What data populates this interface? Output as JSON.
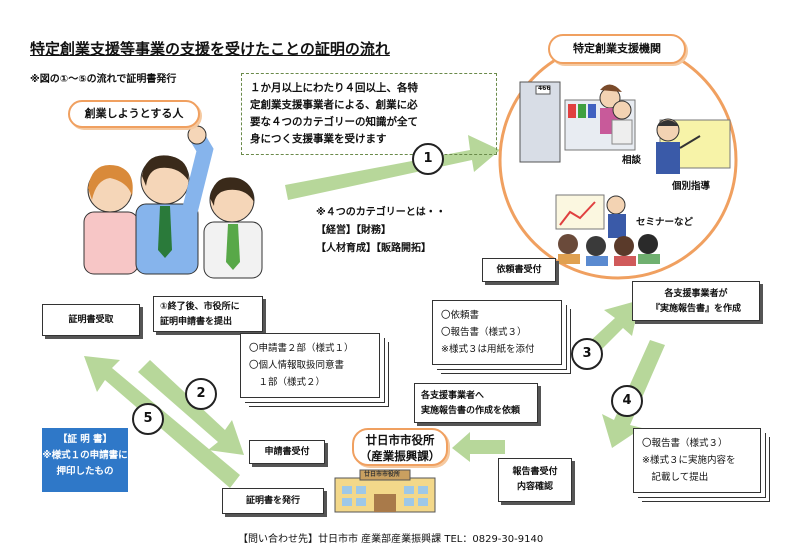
{
  "title": "特定創業支援等事業の支援を受けたことの証明の流れ",
  "note": "※図の①～⑤の流れで証明書発行",
  "entrepreneur_label": "創業しようとする人",
  "agency_label": "特定創業支援機関",
  "support_description": [
    "１か月以上にわたり４回以上、各特",
    "定創業支援事業者による、創業に必",
    "要な４つのカテゴリーの知識が全て",
    "身につく支援事業を受けます"
  ],
  "agency_activities": [
    "相談",
    "個別指導",
    "セミナーなど"
  ],
  "categories": {
    "heading": "※４つのカテゴリーとは・・",
    "line1": "【経営】【財務】",
    "line2": "【人材育成】【販路開拓】"
  },
  "steps": [
    "1",
    "2",
    "3",
    "4",
    "5"
  ],
  "boxes": {
    "certificate_received": "証明書受取",
    "after_completion": [
      "①終了後、市役所に",
      "証明申請書を提出"
    ],
    "request_received": "依頼書受付",
    "each_provider": [
      "各支援事業者が",
      "『実施報告書』を作成"
    ],
    "request_to_providers": [
      "各支援事業者へ",
      "実施報告書の作成を依頼"
    ],
    "application_received": "申請書受付",
    "report_check": [
      "報告書受付",
      "内容確認"
    ],
    "issue_certificate": "証明書を発行"
  },
  "application_doc": [
    "〇申請書２部（様式１）",
    "〇個人情報取扱同意書",
    "　１部（様式２）"
  ],
  "request_doc": [
    "〇依頼書",
    "〇報告書（様式３）",
    "※様式３は用紙を添付"
  ],
  "report_doc": [
    "〇報告書（様式３）",
    "※様式３に実施内容を",
    "　記載して提出"
  ],
  "city_office": [
    "廿日市市役所",
    "（産業振興課）"
  ],
  "building_sign": "廿日市市役所",
  "room_sign": "466",
  "seal_box": [
    "【証 明 書】",
    "※様式１の申請書に",
    "押印したもの"
  ],
  "footer": "【問い合わせ先】廿日市市 産業部産業振興課 TEL：0829-30-9140",
  "colors": {
    "arrow": "#b7d79a",
    "accent_orange": "#f0a060",
    "seal_blue": "#2f78c8"
  }
}
